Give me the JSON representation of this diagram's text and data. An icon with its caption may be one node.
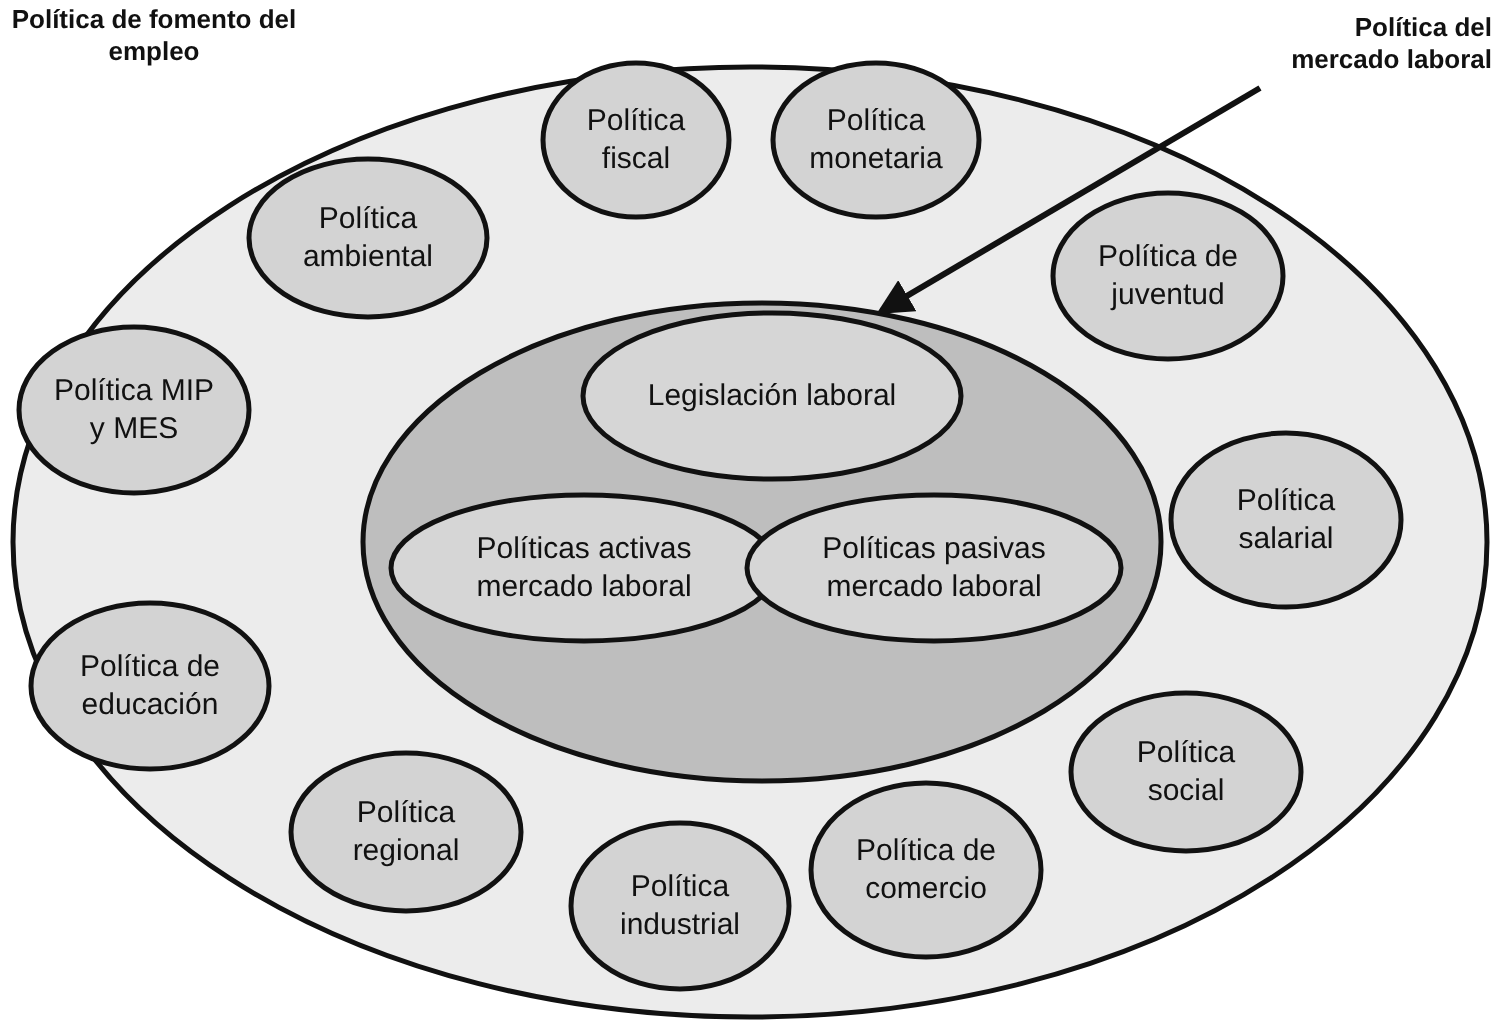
{
  "diagram": {
    "nodes": [
      {
        "text": [
          "Política de fomento del empleo"
        ]
      },
      {
        "text": [
          "Política del mercado laboral"
        ]
      },
      {
        "text": [
          "Política fiscal"
        ],
        "in": 0
      },
      {
        "text": [
          "Política monetaria"
        ],
        "in": 0
      },
      {
        "text": [
          "Política ambiental"
        ],
        "in": 0
      },
      {
        "text": [
          "Política de juventud"
        ],
        "in": 0
      },
      {
        "text": [
          "Política MIP y MES"
        ],
        "in": 0
      },
      {
        "text": [
          "Política salarial"
        ],
        "in": 0
      },
      {
        "text": [
          "Política de educación"
        ],
        "in": 0
      },
      {
        "text": [
          "Política social"
        ],
        "in": 0
      },
      {
        "text": [
          "Política regional"
        ],
        "in": 0
      },
      {
        "text": [
          "Política de comercio"
        ],
        "in": 0
      },
      {
        "text": [
          "Política industrial"
        ],
        "in": 0
      },
      {
        "text": [],
        "shape": "ellipse",
        "in": 0
      },
      {
        "text": [
          "Legislación laboral"
        ],
        "in": 13
      },
      {
        "text": [
          "Políticas activas mercado laboral"
        ],
        "in": 13
      },
      {
        "text": [
          "Políticas pasivas mercado laboral"
        ],
        "in": 13
      }
    ],
    "edges": [
      {
        "from": 1,
        "to": 13,
        "arrow": "to"
      }
    ]
  }
}
